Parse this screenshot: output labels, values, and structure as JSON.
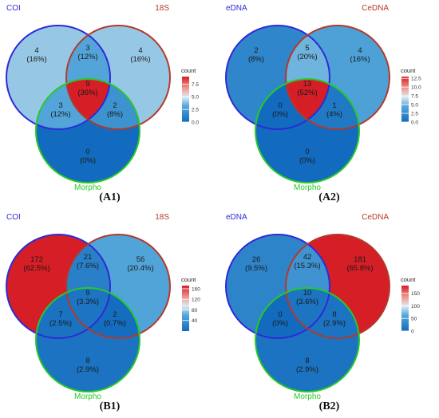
{
  "legend": {
    "title": "count"
  },
  "panels": [
    {
      "id": "A1",
      "caption": "(A1)",
      "sets": [
        {
          "name": "COI",
          "color": "#2d2bd6"
        },
        {
          "name": "18S",
          "color": "#b23a2a"
        },
        {
          "name": "Morpho",
          "color": "#28c828"
        }
      ],
      "regions": {
        "a": {
          "count": "4",
          "pct": "(16%)",
          "value": 4
        },
        "b": {
          "count": "4",
          "pct": "(16%)",
          "value": 4
        },
        "c": {
          "count": "0",
          "pct": "(0%)",
          "value": 0
        },
        "ab": {
          "count": "3",
          "pct": "(12%)",
          "value": 3
        },
        "ac": {
          "count": "3",
          "pct": "(12%)",
          "value": 3
        },
        "bc": {
          "count": "2",
          "pct": "(8%)",
          "value": 2
        },
        "abc": {
          "count": "9",
          "pct": "(36%)",
          "value": 9
        }
      },
      "scale_max": 9,
      "ticks": [
        "7.5",
        "5.0",
        "2.5",
        "0.0"
      ],
      "tick_values": [
        7.5,
        5.0,
        2.5,
        0.0
      ]
    },
    {
      "id": "A2",
      "caption": "(A2)",
      "sets": [
        {
          "name": "eDNA",
          "color": "#2d2bd6"
        },
        {
          "name": "CeDNA",
          "color": "#b23a2a"
        },
        {
          "name": "Morpho",
          "color": "#28c828"
        }
      ],
      "regions": {
        "a": {
          "count": "2",
          "pct": "(8%)",
          "value": 2
        },
        "b": {
          "count": "4",
          "pct": "(16%)",
          "value": 4
        },
        "c": {
          "count": "0",
          "pct": "(0%)",
          "value": 0
        },
        "ab": {
          "count": "5",
          "pct": "(20%)",
          "value": 5
        },
        "ac": {
          "count": "0",
          "pct": "(0%)",
          "value": 0
        },
        "bc": {
          "count": "1",
          "pct": "(4%)",
          "value": 1
        },
        "abc": {
          "count": "13",
          "pct": "(52%)",
          "value": 13
        }
      },
      "scale_max": 13,
      "ticks": [
        "12.5",
        "10.0",
        "7.5",
        "5.0",
        "2.5",
        "0.0"
      ],
      "tick_values": [
        12.5,
        10.0,
        7.5,
        5.0,
        2.5,
        0.0
      ]
    },
    {
      "id": "B1",
      "caption": "(B1)",
      "sets": [
        {
          "name": "COI",
          "color": "#2d2bd6"
        },
        {
          "name": "18S",
          "color": "#b23a2a"
        },
        {
          "name": "Morpho",
          "color": "#28c828"
        }
      ],
      "regions": {
        "a": {
          "count": "172",
          "pct": "(62.5%)",
          "value": 172
        },
        "b": {
          "count": "56",
          "pct": "(20.4%)",
          "value": 56
        },
        "c": {
          "count": "8",
          "pct": "(2.9%)",
          "value": 8
        },
        "ab": {
          "count": "21",
          "pct": "(7.6%)",
          "value": 21
        },
        "ac": {
          "count": "7",
          "pct": "(2.5%)",
          "value": 7
        },
        "bc": {
          "count": "2",
          "pct": "(0.7%)",
          "value": 2
        },
        "abc": {
          "count": "9",
          "pct": "(3.3%)",
          "value": 9
        }
      },
      "scale_max": 172,
      "ticks": [
        "160",
        "120",
        "80",
        "40"
      ],
      "tick_values": [
        160,
        120,
        80,
        40
      ]
    },
    {
      "id": "B2",
      "caption": "(B2)",
      "sets": [
        {
          "name": "eDNA",
          "color": "#2d2bd6"
        },
        {
          "name": "CeDNA",
          "color": "#b23a2a"
        },
        {
          "name": "Morpho",
          "color": "#28c828"
        }
      ],
      "regions": {
        "a": {
          "count": "26",
          "pct": "(9.5%)",
          "value": 26
        },
        "b": {
          "count": "181",
          "pct": "(65.8%)",
          "value": 181
        },
        "c": {
          "count": "8",
          "pct": "(2.9%)",
          "value": 8
        },
        "ab": {
          "count": "42",
          "pct": "(15.3%)",
          "value": 42
        },
        "ac": {
          "count": "0",
          "pct": "(0%)",
          "value": 0
        },
        "bc": {
          "count": "8",
          "pct": "(2.9%)",
          "value": 8
        },
        "abc": {
          "count": "10",
          "pct": "(3.6%)",
          "value": 10
        }
      },
      "scale_max": 181,
      "ticks": [
        "150",
        "100",
        "50",
        "0"
      ],
      "tick_values": [
        150,
        100,
        50,
        0
      ]
    }
  ]
}
